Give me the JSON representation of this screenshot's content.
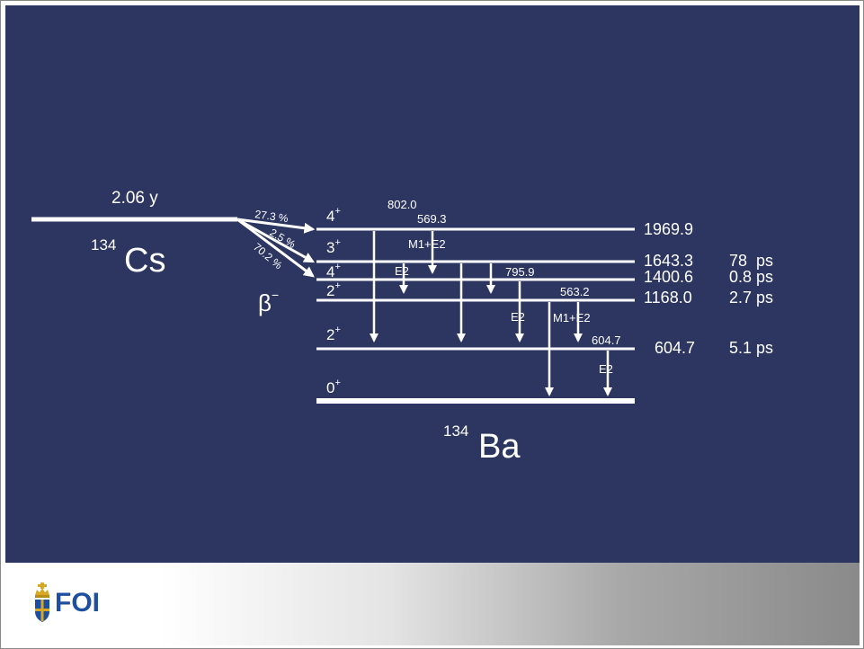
{
  "parent": {
    "half_life": "2.06 y",
    "mass_number": "134",
    "symbol": "Cs",
    "decay_mode": "β",
    "decay_sign": "−"
  },
  "daughter": {
    "mass_number": "134",
    "symbol": "Ba"
  },
  "levels": [
    {
      "id": "L1969",
      "spin": "4",
      "parity": "+",
      "energy": "1969.9",
      "lifetime": ""
    },
    {
      "id": "L1643",
      "spin": "3",
      "parity": "+",
      "energy": "1643.3",
      "lifetime": "78  ps"
    },
    {
      "id": "L1400",
      "spin": "4",
      "parity": "+",
      "energy": "1400.6",
      "lifetime": "0.8 ps"
    },
    {
      "id": "L1168",
      "spin": "2",
      "parity": "+",
      "energy": "1168.0",
      "lifetime": "2.7 ps"
    },
    {
      "id": "L604",
      "spin": "2",
      "parity": "+",
      "energy": "604.7",
      "lifetime": "5.1 ps"
    },
    {
      "id": "L0",
      "spin": "0",
      "parity": "+",
      "energy": "",
      "lifetime": ""
    }
  ],
  "beta_branches": [
    {
      "to": "L1969",
      "intensity": "27.3 %"
    },
    {
      "to": "L1643",
      "intensity": "2.5 %"
    },
    {
      "to": "L1400",
      "intensity": "70.2 %"
    }
  ],
  "gamma_labels": {
    "g802": "802.0",
    "g569": "569.3",
    "g569_mult": "M1+E2",
    "e2_a": "E2",
    "g795": "795.9",
    "e2_b": "E2",
    "g563": "563.2",
    "g563_mult": "M1+E2",
    "g604": "604.7",
    "e2_c": "E2"
  },
  "logo": {
    "text": "FOI",
    "icon": "crown-shield-icon"
  },
  "colors": {
    "background": "#2c3660",
    "foreground": "#ffffff",
    "logo_blue": "#1e4ea0",
    "logo_gold": "#d8a825"
  }
}
